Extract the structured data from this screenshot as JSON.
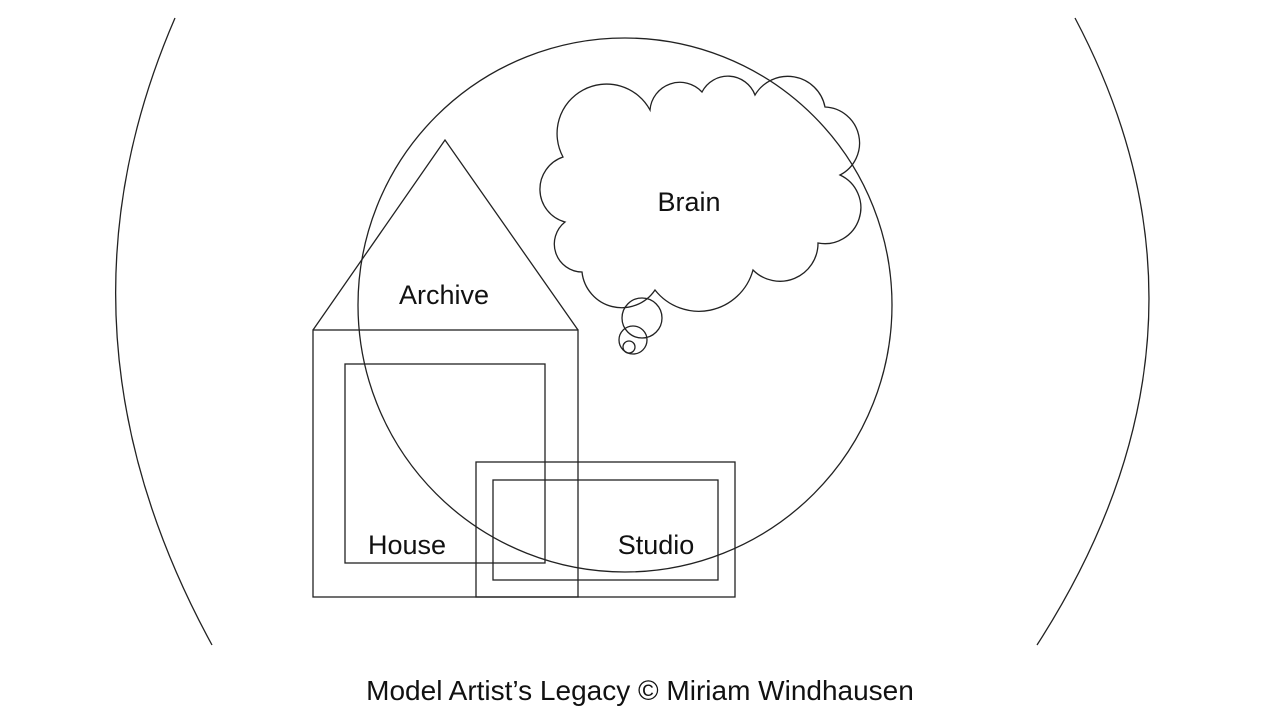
{
  "labels": {
    "brain": "Brain",
    "archive": "Archive",
    "house": "House",
    "studio": "Studio"
  },
  "caption": "Model Artist’s Legacy © Miriam Windhausen",
  "colors": {
    "stroke": "#222222",
    "background": "#ffffff"
  }
}
